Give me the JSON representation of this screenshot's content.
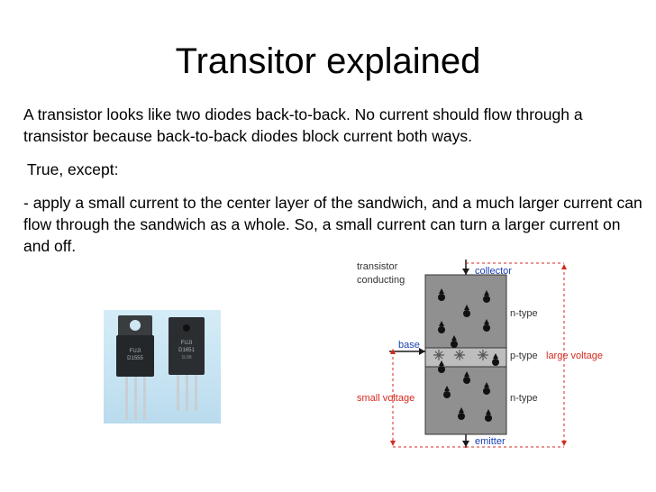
{
  "slide": {
    "title": "Transitor explained",
    "paragraphs": [
      "A transistor looks like two diodes back-to-back. No current should flow through a transistor because back-to-back diodes block current both ways.",
      "True, except:",
      " - apply a small current to the center layer of the sandwich, and a much larger current can flow through the sandwich as a whole. So, a small current can turn a larger current on and off."
    ]
  },
  "photo": {
    "part_labels": [
      "FUJI",
      "D1555",
      "FUJI",
      "D1651",
      "1L99"
    ]
  },
  "diagram": {
    "state_label_1": "transistor",
    "state_label_2": "conducting",
    "collector": "collector",
    "emitter": "emitter",
    "base": "base",
    "n_type_top": "n-type",
    "p_type": "p-type",
    "n_type_bottom": "n-type",
    "large_voltage": "large voltage",
    "small_voltage": "small voltage",
    "colors": {
      "label_blue": "#1a3fb3",
      "voltage_red": "#d42a1e",
      "layer_fill": "#909090"
    }
  }
}
